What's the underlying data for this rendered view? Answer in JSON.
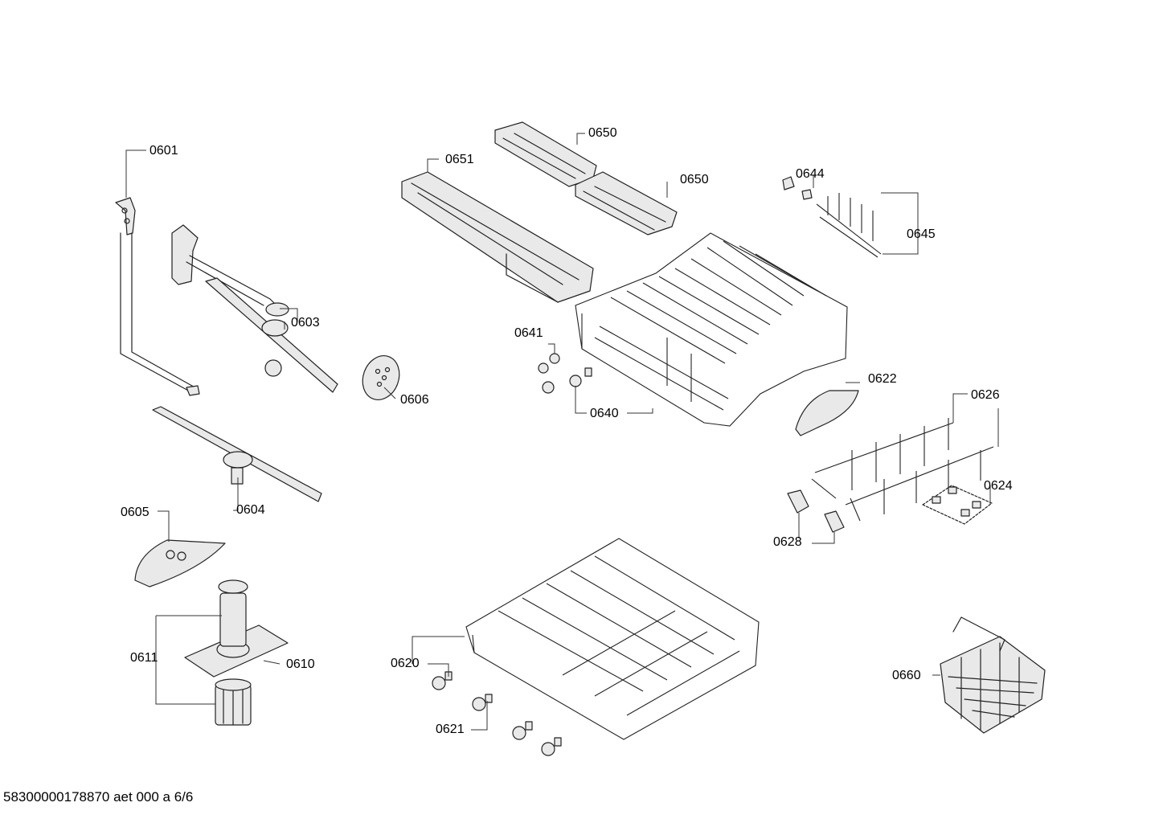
{
  "labels": {
    "p0601": "0601",
    "p0603": "0603",
    "p0604": "0604",
    "p0605": "0605",
    "p0606": "0606",
    "p0610": "0610",
    "p0611": "0611",
    "p0620": "0620",
    "p0621": "0621",
    "p0622": "0622",
    "p0624": "0624",
    "p0626": "0626",
    "p0628": "0628",
    "p0640": "0640",
    "p0641": "0641",
    "p0644": "0644",
    "p0645": "0645",
    "p0650a": "0650",
    "p0650b": "0650",
    "p0651": "0651",
    "p0660": "0660"
  },
  "footer": "58300000178870 aet 000 a 6/6"
}
